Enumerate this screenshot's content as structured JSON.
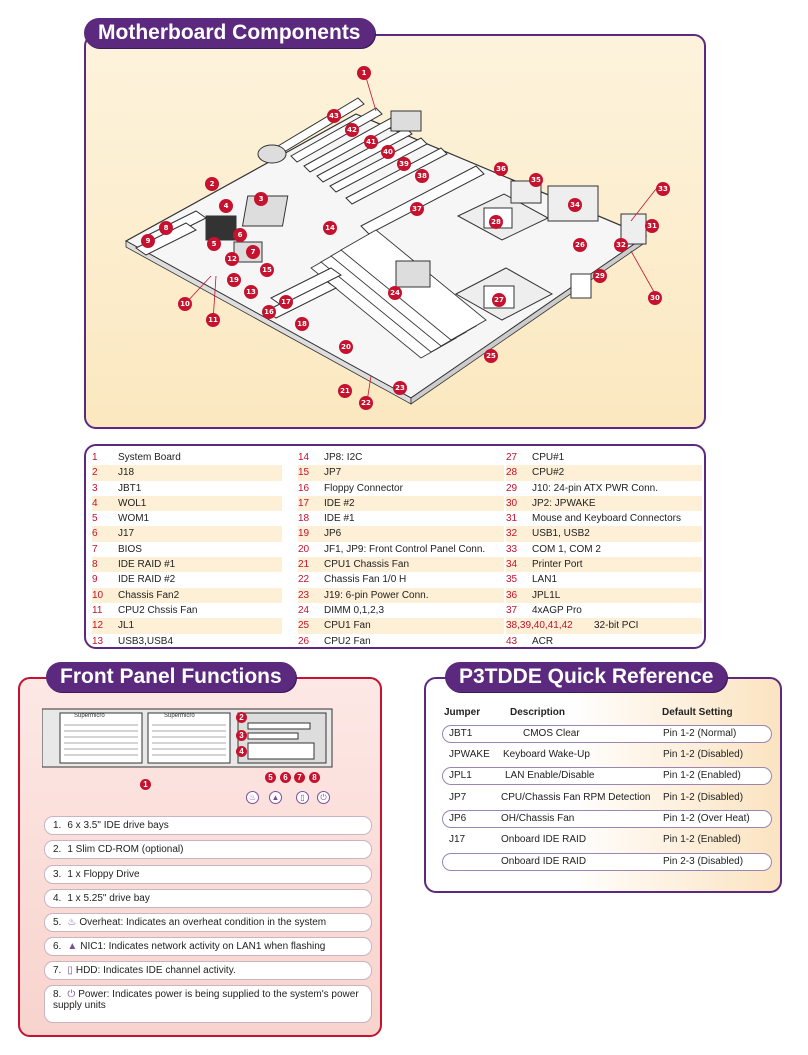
{
  "motherboard": {
    "title": "Motherboard Components",
    "callouts": [
      "1",
      "2",
      "3",
      "4",
      "5",
      "6",
      "7",
      "8",
      "9",
      "10",
      "11",
      "12",
      "13",
      "14",
      "15",
      "16",
      "17",
      "18",
      "19",
      "20",
      "21",
      "22",
      "23",
      "24",
      "25",
      "26",
      "27",
      "28",
      "29",
      "30",
      "31",
      "32",
      "33",
      "34",
      "35",
      "36",
      "37",
      "38",
      "39",
      "40",
      "41",
      "42",
      "43"
    ]
  },
  "legend": {
    "col1": [
      {
        "num": "1",
        "label": "System Board"
      },
      {
        "num": "2",
        "label": "J18"
      },
      {
        "num": "3",
        "label": "JBT1"
      },
      {
        "num": "4",
        "label": "WOL1"
      },
      {
        "num": "5",
        "label": "WOM1"
      },
      {
        "num": "6",
        "label": "J17"
      },
      {
        "num": "7",
        "label": "BIOS"
      },
      {
        "num": "8",
        "label": "IDE RAID #1"
      },
      {
        "num": "9",
        "label": "IDE RAID #2"
      },
      {
        "num": "10",
        "label": "Chassis Fan2"
      },
      {
        "num": "11",
        "label": "CPU2 Chssis Fan"
      },
      {
        "num": "12",
        "label": "JL1"
      },
      {
        "num": "13",
        "label": "USB3,USB4"
      }
    ],
    "col2": [
      {
        "num": "14",
        "label": "JP8: I2C"
      },
      {
        "num": "15",
        "label": "JP7"
      },
      {
        "num": "16",
        "label": "Floppy Connector"
      },
      {
        "num": "17",
        "label": "IDE #2"
      },
      {
        "num": "18",
        "label": "IDE #1"
      },
      {
        "num": "19",
        "label": "JP6"
      },
      {
        "num": "20",
        "label": "JF1, JP9: Front Control Panel Conn."
      },
      {
        "num": "21",
        "label": "CPU1 Chassis Fan"
      },
      {
        "num": "22",
        "label": "Chassis Fan 1/0 H"
      },
      {
        "num": "23",
        "label": "J19: 6-pin Power Conn."
      },
      {
        "num": "24",
        "label": "DIMM 0,1,2,3"
      },
      {
        "num": "25",
        "label": "CPU1 Fan"
      },
      {
        "num": "26",
        "label": "CPU2 Fan"
      }
    ],
    "col3": [
      {
        "num": "27",
        "label": "CPU#1"
      },
      {
        "num": "28",
        "label": "CPU#2"
      },
      {
        "num": "29",
        "label": "J10: 24-pin ATX PWR Conn."
      },
      {
        "num": "30",
        "label": "JP2: JPWAKE"
      },
      {
        "num": "31",
        "label": "Mouse and Keyboard Connectors"
      },
      {
        "num": "32",
        "label": "USB1, USB2"
      },
      {
        "num": "33",
        "label": "COM 1, COM 2"
      },
      {
        "num": "34",
        "label": "Printer Port"
      },
      {
        "num": "35",
        "label": "LAN1"
      },
      {
        "num": "36",
        "label": "JPL1L"
      },
      {
        "num": "37",
        "label": "4xAGP Pro"
      },
      {
        "num": "38,39,40,41,42",
        "label": "32-bit PCI"
      },
      {
        "num": "43",
        "label": "ACR"
      }
    ]
  },
  "front_panel": {
    "title": "Front Panel Functions",
    "diagram_numbers": [
      "1",
      "2",
      "3",
      "4",
      "5",
      "6",
      "7",
      "8"
    ],
    "bay_label": "Supermicro",
    "items": [
      {
        "num": "1.",
        "text": "6 x 3.5\" IDE drive bays"
      },
      {
        "num": "2.",
        "text": "1 Slim CD-ROM (optional)"
      },
      {
        "num": "3.",
        "text": "1 x Floppy Drive"
      },
      {
        "num": "4.",
        "text": "1 x 5.25\" drive bay"
      },
      {
        "num": "5.",
        "text": "Overheat: Indicates an overheat condition in the system"
      },
      {
        "num": "6.",
        "text": "NIC1: Indicates network activity on LAN1 when flashing"
      },
      {
        "num": "7.",
        "text": "HDD: Indicates IDE channel activity."
      },
      {
        "num": "8.",
        "text": "Power: Indicates power is being supplied to the system's power supply units"
      }
    ]
  },
  "quick_ref": {
    "title": "P3TDDE Quick Reference",
    "headers": {
      "jumper": "Jumper",
      "description": "Description",
      "default": "Default Setting"
    },
    "rows": [
      {
        "jumper": "JBT1",
        "description": "CMOS Clear",
        "default": "Pin 1-2 (Normal)"
      },
      {
        "jumper": "JPWAKE",
        "description": "Keyboard Wake-Up",
        "default": "Pin 1-2 (Disabled)"
      },
      {
        "jumper": "JPL1",
        "description": "LAN Enable/Disable",
        "default": "Pin 1-2 (Enabled)"
      },
      {
        "jumper": "JP7",
        "description": "CPU/Chassis Fan RPM Detection",
        "default": "Pin 1-2 (Disabled)"
      },
      {
        "jumper": "JP6",
        "description": "OH/Chassis Fan",
        "default": "Pin 1-2 (Over Heat)"
      },
      {
        "jumper": "J17",
        "description": "Onboard IDE RAID",
        "default": "Pin 1-2 (Enabled)"
      },
      {
        "jumper": "",
        "description": "Onboard IDE RAID",
        "default": "Pin 2-3 (Disabled)"
      }
    ]
  },
  "colors": {
    "accent": "#5b2a7e",
    "callout": "#c4122f",
    "panel_bg": "#fbe8c0",
    "front_bg": "#f8d3cd"
  }
}
